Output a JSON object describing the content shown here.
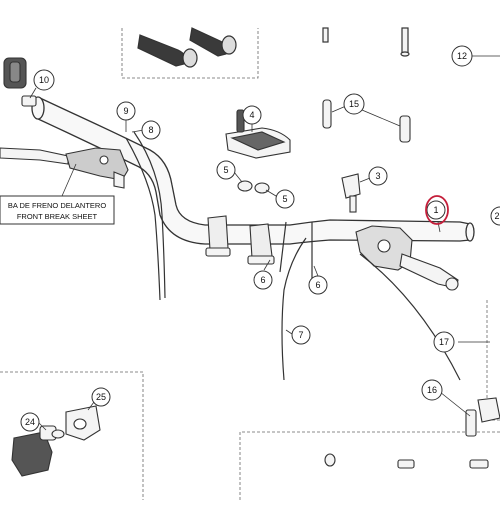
{
  "callouts": [
    {
      "id": "c1",
      "label": "1"
    },
    {
      "id": "c2",
      "label": "2"
    },
    {
      "id": "c3",
      "label": "3"
    },
    {
      "id": "c4",
      "label": "4"
    },
    {
      "id": "c5a",
      "label": "5"
    },
    {
      "id": "c5b",
      "label": "5"
    },
    {
      "id": "c6a",
      "label": "6"
    },
    {
      "id": "c6b",
      "label": "6"
    },
    {
      "id": "c7",
      "label": "7"
    },
    {
      "id": "c8",
      "label": "8"
    },
    {
      "id": "c9",
      "label": "9"
    },
    {
      "id": "c10",
      "label": "10"
    },
    {
      "id": "c12",
      "label": "12"
    },
    {
      "id": "c15",
      "label": "15"
    },
    {
      "id": "c16",
      "label": "16"
    },
    {
      "id": "c17",
      "label": "17"
    },
    {
      "id": "c24",
      "label": "24"
    },
    {
      "id": "c25",
      "label": "25"
    }
  ],
  "reference_box": {
    "line1": "BA DE FRENO DELANTERO",
    "line2": "FRONT BREAK SHEET"
  },
  "colors": {
    "line": "#333333",
    "part_dark": "#555555",
    "part_fill": "#f4f4f4",
    "highlight": "#c41e3a",
    "dash": "#666666"
  }
}
